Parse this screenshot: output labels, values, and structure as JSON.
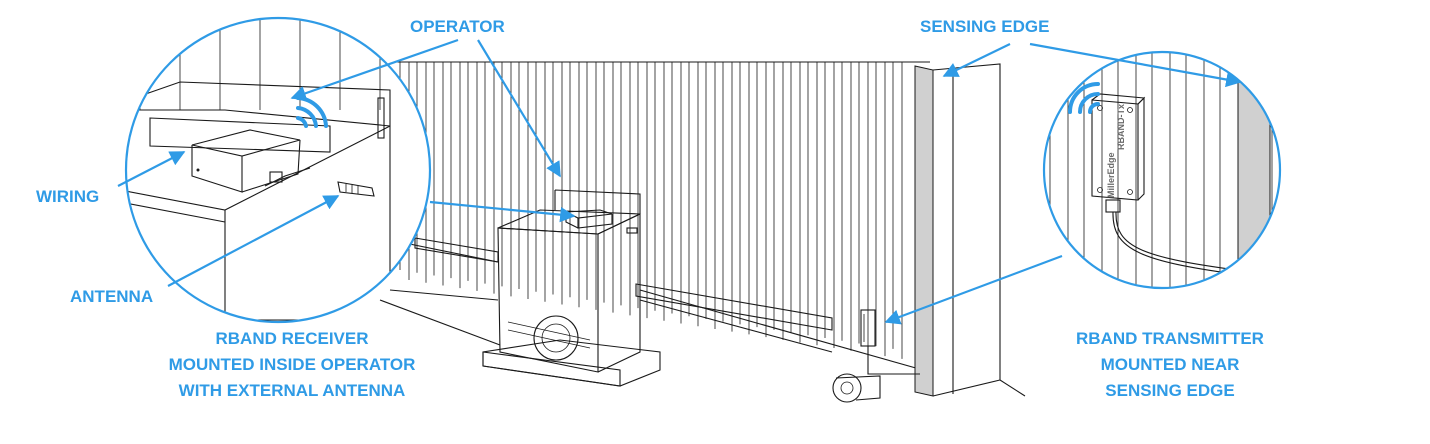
{
  "labels": {
    "operator": "OPERATOR",
    "sensing_edge": "SENSING EDGE",
    "wiring": "WIRING",
    "antenna": "ANTENNA",
    "receiver": [
      "RBAND RECEIVER",
      "MOUNTED INSIDE OPERATOR",
      "WITH EXTERNAL ANTENNA"
    ],
    "transmitter": [
      "RBAND TRANSMITTER",
      "MOUNTED NEAR",
      "SENSING EDGE"
    ]
  },
  "device_text": {
    "brand": "MillerEdge",
    "model": "RBAND-Tx"
  },
  "colors": {
    "callout": "#2f9be6",
    "line": "#1a1a1a",
    "edge_strip": "#d0d0d0"
  },
  "icons": [
    "wireless-signal-icon",
    "wireless-signal-icon"
  ]
}
